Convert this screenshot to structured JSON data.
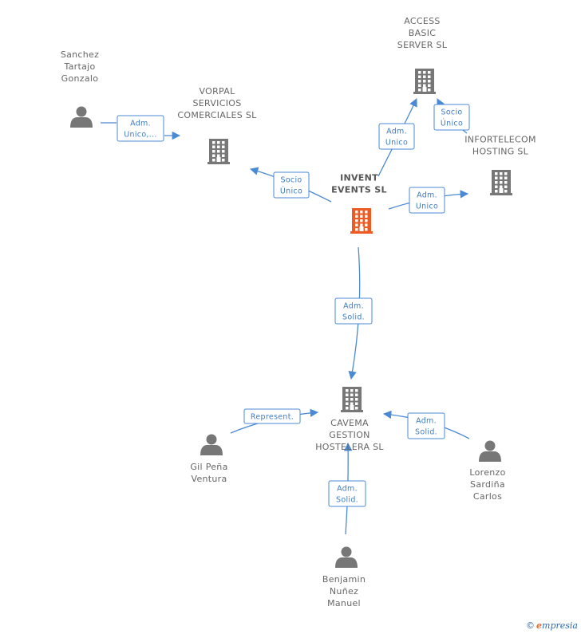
{
  "colors": {
    "edge": "#4a8ad4",
    "company": "#777777",
    "company_main": "#ee5a24",
    "person": "#777777"
  },
  "nodes": [
    {
      "id": "invent",
      "type": "company-main",
      "lines": [
        "INVENT",
        "EVENTS SL"
      ]
    },
    {
      "id": "access",
      "type": "company",
      "lines": [
        "ACCESS",
        "BASIC",
        "SERVER SL"
      ]
    },
    {
      "id": "vorpal",
      "type": "company",
      "lines": [
        "VORPAL",
        "SERVICIOS",
        "COMERCIALES SL"
      ]
    },
    {
      "id": "infortelecom",
      "type": "company",
      "lines": [
        "INFORTELECOM",
        "HOSTING SL"
      ]
    },
    {
      "id": "cavema",
      "type": "company",
      "lines": [
        "CAVEMA",
        "GESTION",
        "HOSTELERA SL"
      ]
    },
    {
      "id": "sanchez",
      "type": "person",
      "lines": [
        "Sanchez",
        "Tartajo",
        "Gonzalo"
      ]
    },
    {
      "id": "gil",
      "type": "person",
      "lines": [
        "Gil Peña",
        "Ventura"
      ]
    },
    {
      "id": "lorenzo",
      "type": "person",
      "lines": [
        "Lorenzo",
        "Sardiña",
        "Carlos"
      ]
    },
    {
      "id": "benjamin",
      "type": "person",
      "lines": [
        "Benjamin",
        "Nuñez",
        "Manuel"
      ]
    }
  ],
  "edges": [
    {
      "id": "sanchez-vorpal",
      "lines": [
        "Adm.",
        "Unico,..."
      ]
    },
    {
      "id": "invent-vorpal",
      "lines": [
        "Socio",
        "Único"
      ]
    },
    {
      "id": "invent-access",
      "lines": [
        "Adm.",
        "Unico"
      ]
    },
    {
      "id": "infortelecom-access",
      "lines": [
        "Socio",
        "Único"
      ]
    },
    {
      "id": "invent-infortelecom",
      "lines": [
        "Adm.",
        "Unico"
      ]
    },
    {
      "id": "invent-cavema",
      "lines": [
        "Adm.",
        "Solid."
      ]
    },
    {
      "id": "gil-cavema",
      "lines": [
        "Represent."
      ]
    },
    {
      "id": "lorenzo-cavema",
      "lines": [
        "Adm.",
        "Solid."
      ]
    },
    {
      "id": "benjamin-cavema",
      "lines": [
        "Adm.",
        "Solid."
      ]
    }
  ],
  "footer": {
    "copyright": "©",
    "brand_initial": "e",
    "brand_rest": "mpresia"
  }
}
